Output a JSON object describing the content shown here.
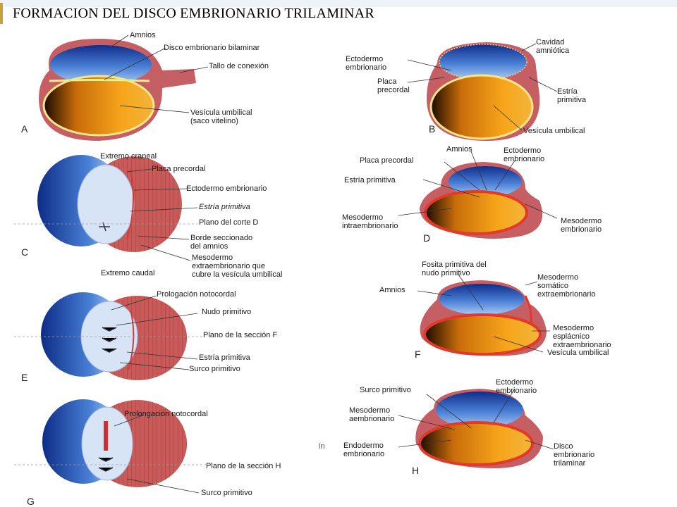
{
  "slide": {
    "title": "FORMACION DEL DISCO EMBRIONARIO TRILAMINAR"
  },
  "panels": {
    "A": {
      "letter": "A",
      "labels": [
        "Amnios",
        "Disco embrionario bilaminar",
        "Tallo de conexión",
        "Vesícula umbilical\n(saco vitelino)"
      ]
    },
    "B": {
      "letter": "B",
      "labels": [
        "Ectodermo\nembrionario",
        "Cavidad\namniótica",
        "Placa\nprecordal",
        "Estría\nprimitiva",
        "Vesícula umbilical"
      ]
    },
    "C": {
      "letter": "C",
      "labels": [
        "Extremo craneal",
        "Placa precordal",
        "Ectodermo embrionario",
        "Estría primitiva",
        "Plano del corte D",
        "Borde seccionado\ndel amnios",
        "Mesodermo\nextraembrionario que\ncubre la vesícula umbilical",
        "Extremo caudal"
      ]
    },
    "D": {
      "letter": "D",
      "labels": [
        "Amnios",
        "Ectodermo\nembrionario",
        "Placa precordal",
        "Estría primitiva",
        "Mesodermo\nintraembrionario",
        "Mesodermo\nembrionario"
      ]
    },
    "E": {
      "letter": "E",
      "labels": [
        "Prologación notocordal",
        "Nudo primitivo",
        "Plano de la sección F",
        "Estría primitiva",
        "Surco primitivo"
      ]
    },
    "F": {
      "letter": "F",
      "labels": [
        "Fosita primitiva del\nnudo primitivo",
        "Mesodermo\nsomático\nextraembrionario",
        "Amnios",
        "Mesodermo\nesplácnico\nextraembrionario",
        "Vesícula umbilical"
      ]
    },
    "G": {
      "letter": "G",
      "labels": [
        "Prolongación notocordal",
        "Plano de la sección H",
        "Surco primitivo"
      ]
    },
    "H": {
      "letter": "H",
      "labels": [
        "Surco primitivo",
        "Ectodermo\nembrionario",
        "Mesodermo\naembrionario",
        "Endodermo\nembrionario",
        "Disco\nembrionario\ntrilaminar"
      ]
    }
  },
  "fragments": {
    "in": "in"
  }
}
